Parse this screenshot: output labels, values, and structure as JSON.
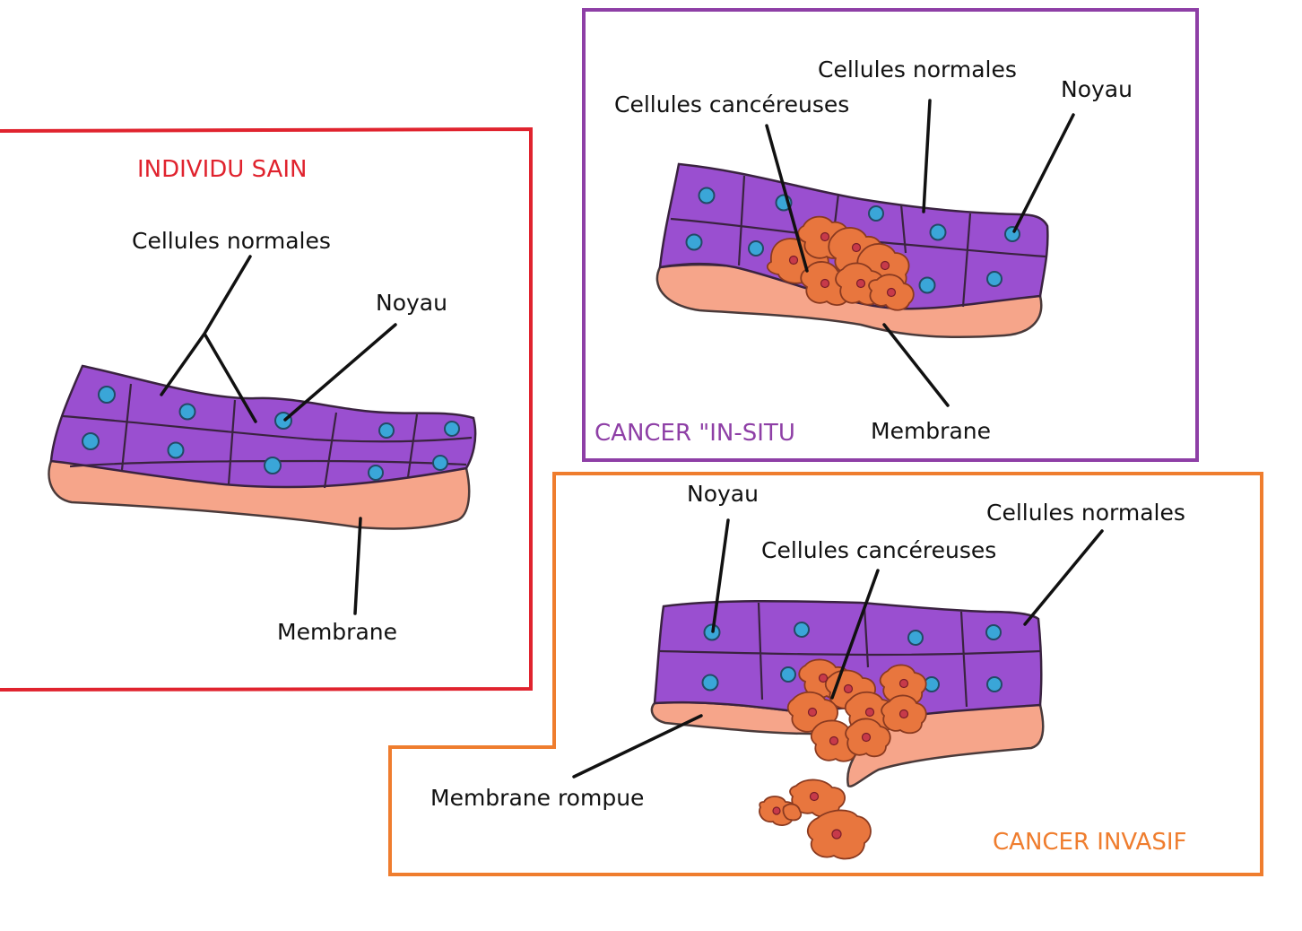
{
  "panels": {
    "healthy": {
      "title": "INDIVIDU SAIN",
      "labels": {
        "cells": "Cellules normales",
        "nucleus": "Noyau",
        "membrane": "Membrane"
      }
    },
    "in_situ": {
      "title": "CANCER \"IN-SITU",
      "labels": {
        "normal_cells": "Cellules normales",
        "cancer_cells": "Cellules cancéreuses",
        "nucleus": "Noyau",
        "membrane": "Membrane"
      }
    },
    "invasive": {
      "title": "CANCER INVASIF",
      "labels": {
        "nucleus": "Noyau",
        "normal_cells": "Cellules normales",
        "cancer_cells": "Cellules cancéreuses",
        "membrane": "Membrane rompue"
      }
    }
  },
  "colors": {
    "healthy_frame": "#e0232e",
    "in_situ_frame": "#8e3fa6",
    "invasive_frame": "#ef7d2e",
    "tissue": "#9a4fd0",
    "membrane": "#f6a58a",
    "nucleus": "#3aa6d8",
    "cancer_cell": "#e8763e"
  }
}
